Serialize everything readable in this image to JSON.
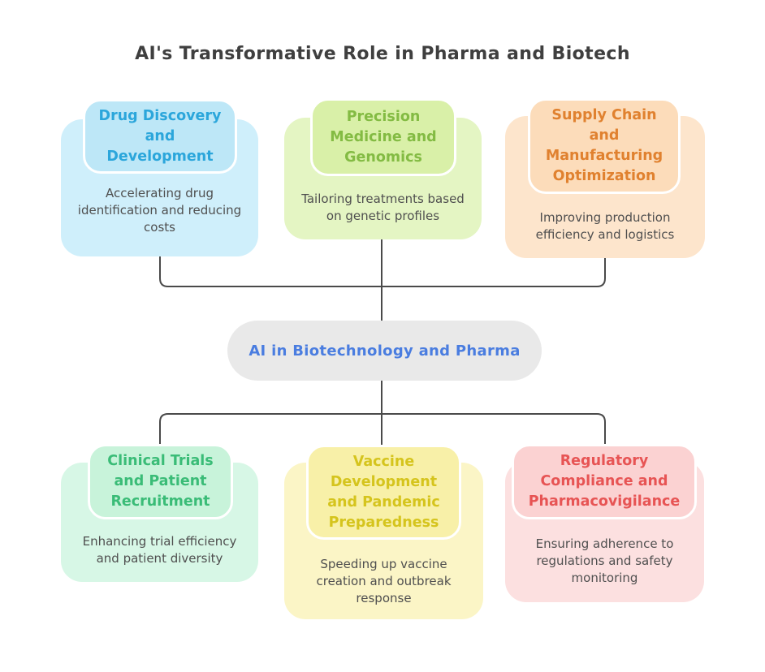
{
  "page": {
    "heading": "AI's Transformative Role in Pharma and Biotech"
  },
  "center_node": {
    "label": "AI in Biotechnology and Pharma",
    "text_color": "#4a7de0",
    "bg_color": "#e9e9e9"
  },
  "connector_color": "#4a4a4a",
  "topics": [
    {
      "id": "drug-discovery",
      "slot": "top-left",
      "title": "Drug Discovery\nand\nDevelopment",
      "description": "Accelerating drug\nidentification and reducing\ncosts",
      "title_color": "#2ba6db",
      "title_bg": "#bde7f7",
      "body_bg": "#cfeffb"
    },
    {
      "id": "precision-medicine",
      "slot": "top-center",
      "title": "Precision\nMedicine and\nGenomics",
      "description": "Tailoring treatments based\non genetic profiles",
      "title_color": "#83bb43",
      "title_bg": "#d9f0a8",
      "body_bg": "#e4f5c3"
    },
    {
      "id": "supply-chain",
      "slot": "top-right",
      "title": "Supply Chain\nand\nManufacturing\nOptimization",
      "description": "Improving production\nefficiency and logistics",
      "title_color": "#e0812f",
      "title_bg": "#fcdcba",
      "body_bg": "#fde5cc"
    },
    {
      "id": "clinical-trials",
      "slot": "bottom-left",
      "title": "Clinical Trials\nand Patient\nRecruitment",
      "description": "Enhancing trial efficiency\nand patient diversity",
      "title_color": "#3abc77",
      "title_bg": "#c8f3da",
      "body_bg": "#d7f7e6"
    },
    {
      "id": "vaccine-development",
      "slot": "bottom-center",
      "title": "Vaccine\nDevelopment\nand Pandemic\nPreparedness",
      "description": "Speeding up vaccine\ncreation and outbreak\nresponse",
      "title_color": "#d5c41d",
      "title_bg": "#f8f0a8",
      "body_bg": "#fbf5c6"
    },
    {
      "id": "regulatory-compliance",
      "slot": "bottom-right",
      "title": "Regulatory\nCompliance and\nPharmacovigilance",
      "description": "Ensuring adherence to\nregulations and safety\nmonitoring",
      "title_color": "#e75454",
      "title_bg": "#fbd2d2",
      "body_bg": "#fce0e0"
    }
  ]
}
